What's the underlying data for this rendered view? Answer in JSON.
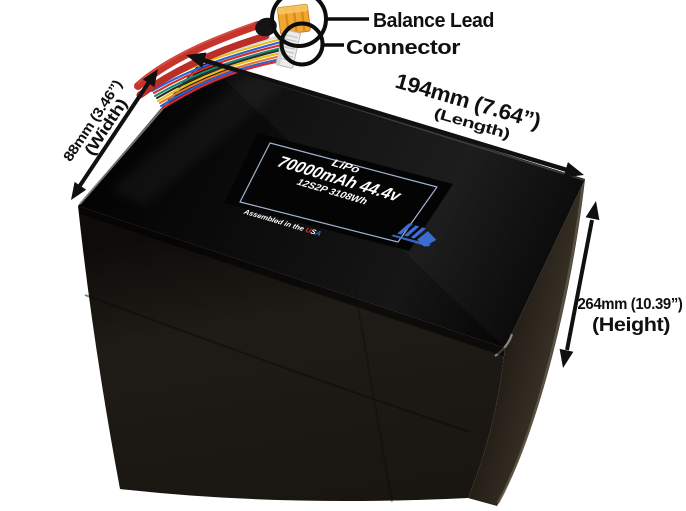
{
  "image_type": "annotated-product-photo",
  "background": "#ffffff",
  "callouts": {
    "balance_lead": "Balance Lead",
    "connector": "Connector"
  },
  "dimensions": {
    "length": {
      "value": "194mm (7.64”)",
      "label": "(Length)"
    },
    "width": {
      "value": "88mm (3.46”)",
      "label": "(Width)"
    },
    "height": {
      "value": "264mm (10.39”)",
      "label": "(Height)"
    }
  },
  "battery_label": {
    "line1": "LiPo",
    "line2": "70000mAh 44.4v",
    "line3": "12S2P 3108Wh",
    "assembled_prefix": "Assembled in the ",
    "assembled_u": "U",
    "assembled_s": "S",
    "assembled_a": "A"
  },
  "colors": {
    "annotation_black": "#101010",
    "label_border": "#a9bcd9",
    "usa_u_red": "#d2383e",
    "usa_a_blue": "#3a6bd6",
    "logo_blue": "#3c6ed2",
    "xt_connector_yellow": "#f2a733",
    "balance_connector_white": "#ececec",
    "main_wire_red": "#c5352c",
    "box_black": "#0c0c0c",
    "box_side_brown": "#3a3228"
  }
}
